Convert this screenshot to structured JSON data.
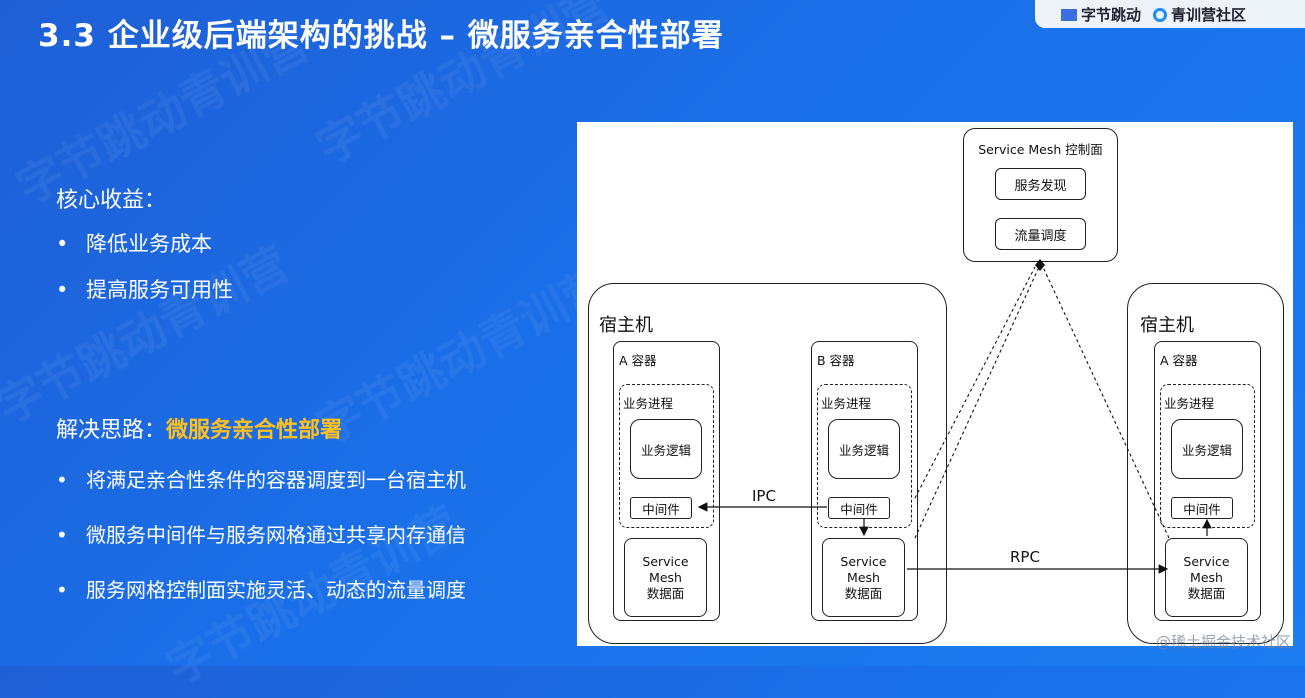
{
  "header": {
    "title": "3.3 企业级后端架构的挑战 – 微服务亲合性部署"
  },
  "logos": {
    "left": "字节跳动",
    "right": "青训营社区"
  },
  "watermark": "字节跳动青训营",
  "benefits": {
    "heading": "核心收益：",
    "items": [
      "降低业务成本",
      "提高服务可用性"
    ]
  },
  "solution": {
    "heading": "解决思路：",
    "highlight": "微服务亲合性部署",
    "items": [
      "将满足亲合性条件的容器调度到一台宿主机",
      "微服务中间件与服务网格通过共享内存通信",
      "服务网格控制面实施灵活、动态的流量调度"
    ]
  },
  "diagram": {
    "control_plane": {
      "title": "Service Mesh 控制面",
      "items": [
        "服务发现",
        "流量调度"
      ]
    },
    "host_label": "宿主机",
    "container_a": "A 容器",
    "container_b": "B 容器",
    "process_label": "业务进程",
    "logic_label": "业务逻辑",
    "middleware_label": "中间件",
    "mesh_line1": "Service",
    "mesh_line2": "Mesh",
    "mesh_line3": "数据面",
    "ipc_label": "IPC",
    "rpc_label": "RPC"
  },
  "footer_watermark": "@稀土掘金技术社区"
}
